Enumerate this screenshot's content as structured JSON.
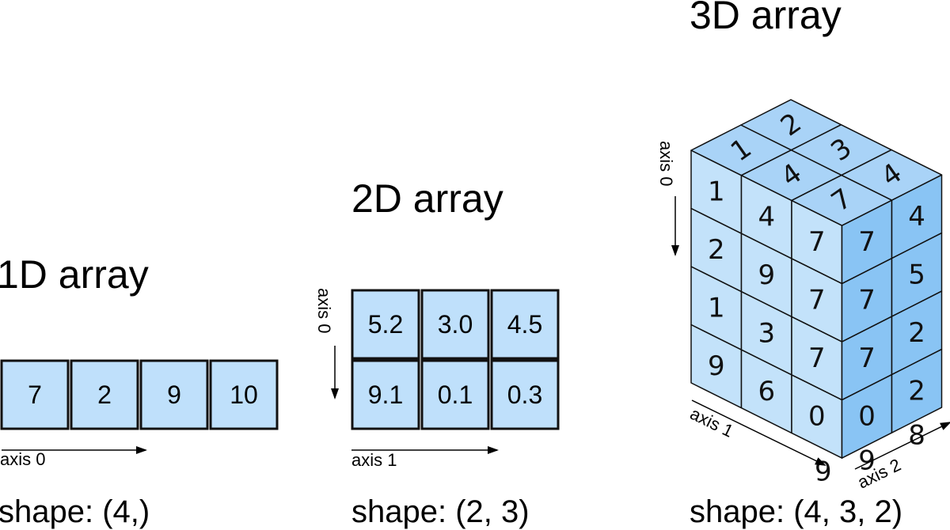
{
  "one_d": {
    "title": "1D array",
    "values": [
      "7",
      "2",
      "9",
      "10"
    ],
    "axis_label": "axis 0",
    "shape_label": "shape: (4,)"
  },
  "two_d": {
    "title": "2D array",
    "rows": [
      [
        "5.2",
        "3.0",
        "4.5"
      ],
      [
        "9.1",
        "0.1",
        "0.3"
      ]
    ],
    "axis0_label": "axis 0",
    "axis1_label": "axis 1",
    "shape_label": "shape: (2, 3)"
  },
  "three_d": {
    "title": "3D array",
    "front_face": [
      [
        "1",
        "4",
        "7"
      ],
      [
        "2",
        "9",
        "7"
      ],
      [
        "1",
        "3",
        "7"
      ],
      [
        "9",
        "6",
        "0"
      ]
    ],
    "front_bottom_right": "9",
    "side_face": [
      [
        "7",
        "4"
      ],
      [
        "7",
        "5"
      ],
      [
        "7",
        "2"
      ],
      [
        "0",
        "2"
      ],
      [
        "9",
        "8"
      ]
    ],
    "top_face": [
      [
        "1",
        "2"
      ],
      [
        "4",
        "3"
      ],
      [
        "7",
        "4"
      ]
    ],
    "axis0_label": "axis 0",
    "axis1_label": "axis 1",
    "axis2_label": "axis 2",
    "shape_label": "shape: (4, 3, 2)"
  },
  "colors": {
    "cell_fill": "#bfe0fb",
    "front_face": "#c3e2fa",
    "side_face": "#89c4f4",
    "top_face": "#a9d3f7",
    "stroke": "#111111"
  }
}
